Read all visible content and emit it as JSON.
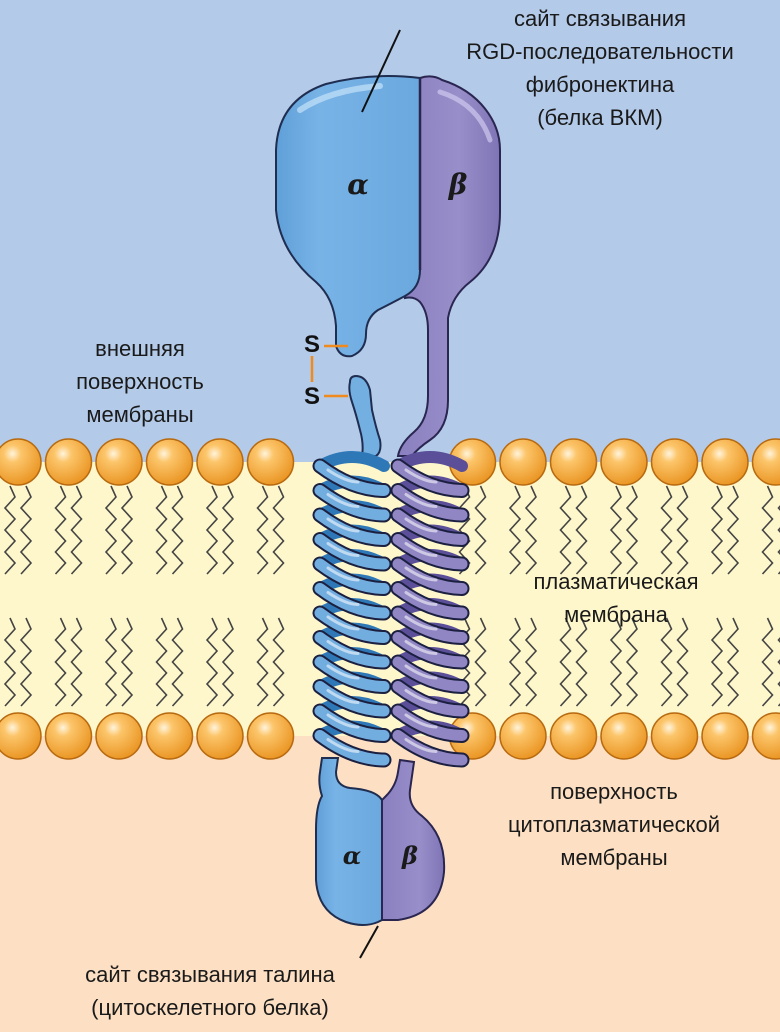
{
  "labels": {
    "rgd_site": "сайт связывания\nRGD-последовательности\nфибронектина\n(белка ВКМ)",
    "outer_surface": "внешняя\nповерхность\nмембраны",
    "plasma_membrane": "плазматическая\nмембрана",
    "cytoplasmic_surface": "поверхность\nцитоплазматической\nмембраны",
    "talin_site": "сайт связывания талина\n(цитоскелетного белка)"
  },
  "subunits": {
    "alpha": "α",
    "beta": "β"
  },
  "disulfide": {
    "s1": "S",
    "s2": "S"
  },
  "colors": {
    "extracellular": "#b3cae9",
    "membrane_core": "#fdf7cb",
    "cytoplasm": "#fde0c3",
    "alpha": "#72ade0",
    "alpha_dark": "#2f78b8",
    "beta": "#9186c4",
    "beta_dark": "#5a4f98",
    "lipid_head": "#f6a940",
    "disulfide_bond": "#f08a1c"
  }
}
